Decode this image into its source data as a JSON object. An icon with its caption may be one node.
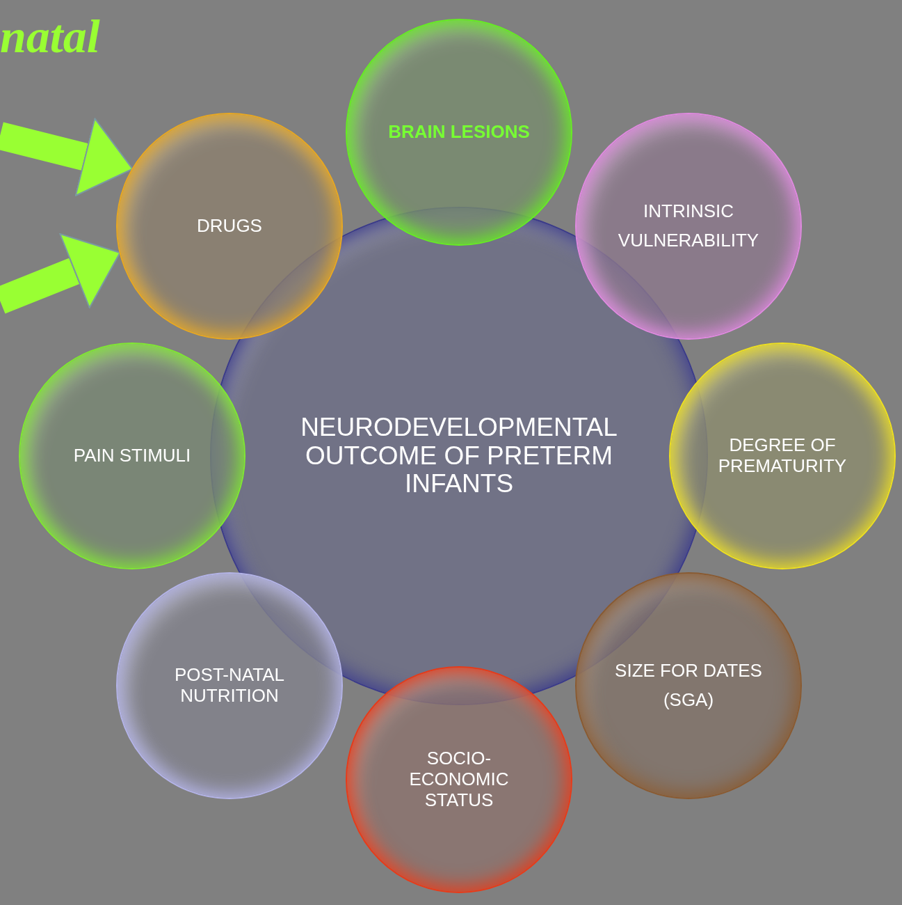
{
  "diagram": {
    "title": "natal",
    "nodes": [
      {
        "text": [
          "NEURODEVELOPMENTAL OUTCOME OF PRETERM INFANTS"
        ]
      },
      {
        "text": [
          "BRAIN LESIONS"
        ]
      },
      {
        "text": [
          "INTRINSIC VULNERABILITY"
        ]
      },
      {
        "text": [
          "DEGREE OF PREMATURITY"
        ]
      },
      {
        "text": [
          "SIZE FOR DATES (SGA)"
        ]
      },
      {
        "text": [
          "SOCIO-ECONOMIC STATUS"
        ]
      },
      {
        "text": [
          "POST-NATAL NUTRITION"
        ]
      },
      {
        "text": [
          "PAIN STIMULI"
        ]
      },
      {
        "text": [
          "DRUGS"
        ]
      }
    ],
    "edges": [
      {
        "from": null,
        "to": 8,
        "arrow": "to"
      },
      {
        "from": null,
        "to": 8,
        "arrow": "to"
      }
    ]
  }
}
